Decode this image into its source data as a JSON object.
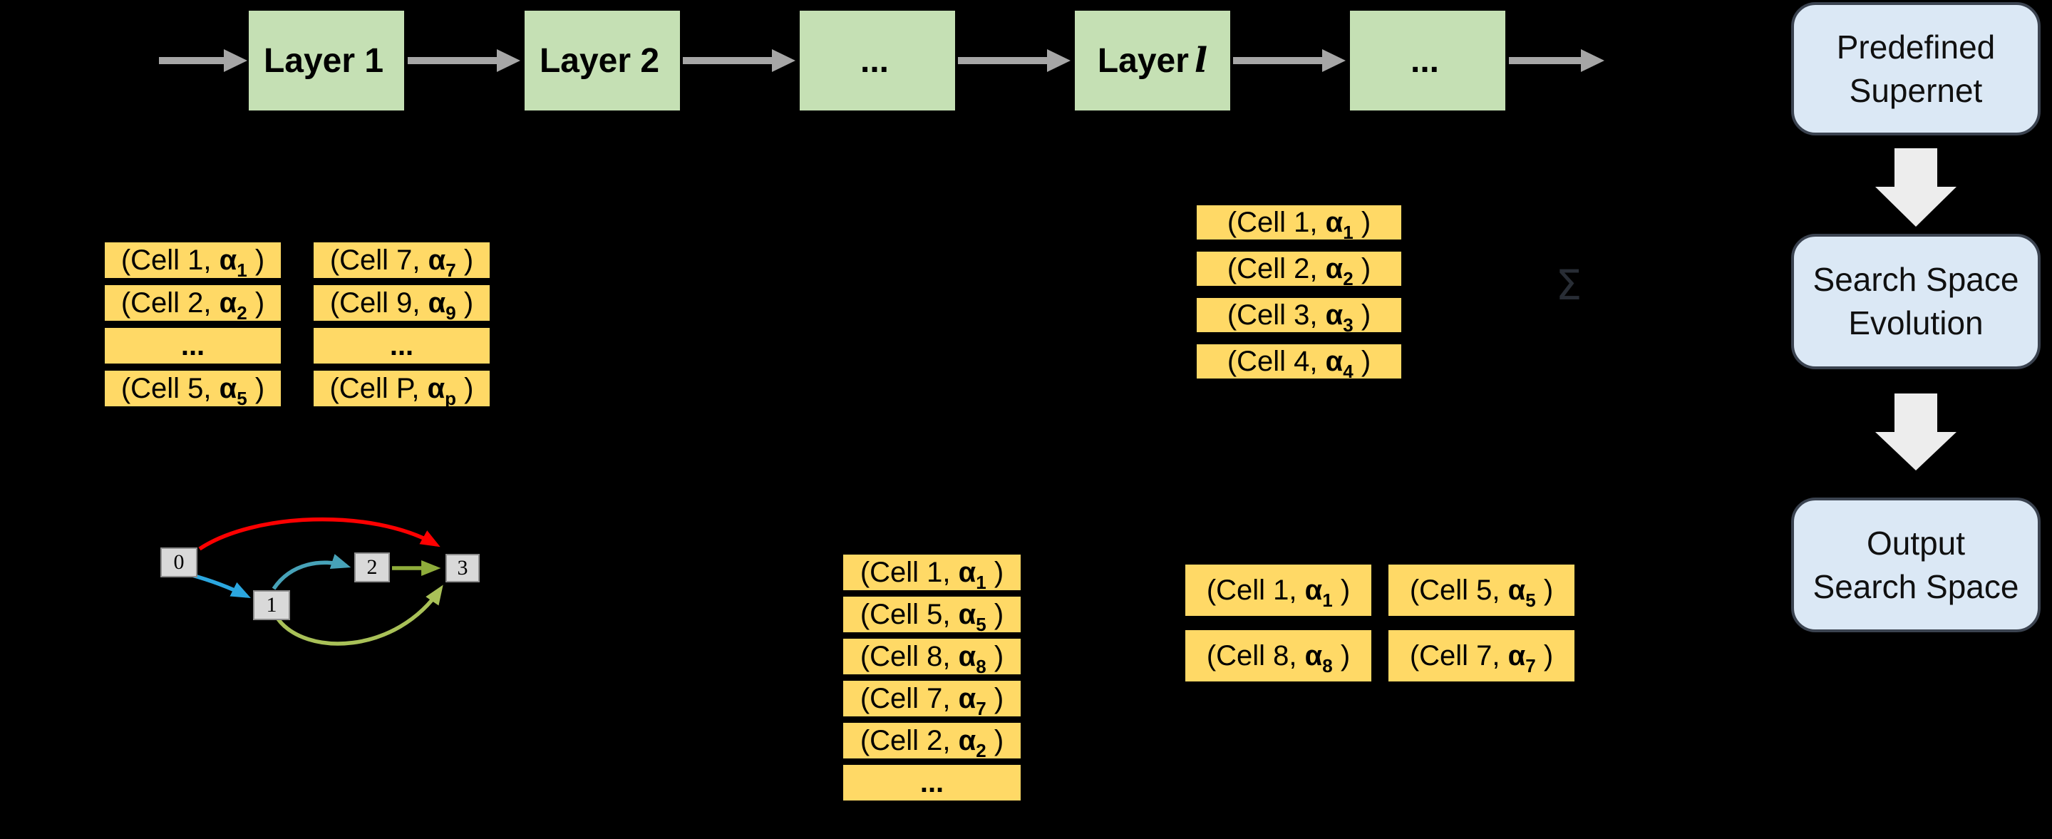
{
  "colors": {
    "background": "#000000",
    "layer-box": "#c5e0b4",
    "cell-box": "#ffd966",
    "flow-arrow": "#a6a6a6",
    "pipeline-fill": "#dbe8f5",
    "pipeline-border": "#3b4350",
    "block-arrow": "#ededed",
    "node-fill": "#d9d9d9",
    "node-border": "#8c8c8c",
    "sigma-color": "#282d35"
  },
  "labels": {
    "alpha": "α",
    "ellipsis": "..."
  },
  "sigma": "Σ",
  "layers": [
    {
      "prefix": "Layer 1",
      "math": ""
    },
    {
      "prefix": "Layer 2",
      "math": ""
    },
    {
      "prefix": "...",
      "math": ""
    },
    {
      "prefix": "Layer",
      "math": "l"
    },
    {
      "prefix": "...",
      "math": ""
    }
  ],
  "pools": {
    "left_a": {
      "rows": [
        {
          "cell": "Cell 1",
          "sub": "1"
        },
        {
          "cell": "Cell 2",
          "sub": "2"
        },
        {
          "ellipsis": true
        },
        {
          "cell": "Cell 5",
          "sub": "5"
        }
      ]
    },
    "left_b": {
      "rows": [
        {
          "cell": "Cell 7",
          "sub": "7"
        },
        {
          "cell": "Cell 9",
          "sub": "9"
        },
        {
          "ellipsis": true
        },
        {
          "cell": "Cell P",
          "sub": "p"
        }
      ]
    },
    "layer_l": {
      "rows": [
        {
          "cell": "Cell 1",
          "sub": "1"
        },
        {
          "cell": "Cell 2",
          "sub": "2"
        },
        {
          "cell": "Cell 3",
          "sub": "3"
        },
        {
          "cell": "Cell 4",
          "sub": "4"
        }
      ]
    },
    "evolved": {
      "rows": [
        {
          "cell": "Cell 1",
          "sub": "1"
        },
        {
          "cell": "Cell 5",
          "sub": "5"
        },
        {
          "cell": "Cell 8",
          "sub": "8"
        },
        {
          "cell": "Cell 7",
          "sub": "7"
        },
        {
          "cell": "Cell 2",
          "sub": "2"
        },
        {
          "ellipsis": true
        }
      ]
    },
    "grid_col1": {
      "rows": [
        {
          "cell": "Cell 1",
          "sub": "1"
        },
        {
          "cell": "Cell 8",
          "sub": "8"
        }
      ]
    },
    "grid_col2": {
      "rows": [
        {
          "cell": "Cell 5",
          "sub": "5"
        },
        {
          "cell": "Cell 7",
          "sub": "7"
        }
      ]
    }
  },
  "pipeline": [
    {
      "lines": [
        "Predefined",
        "Supernet"
      ]
    },
    {
      "lines": [
        "Search Space",
        "Evolution"
      ]
    },
    {
      "lines": [
        "Output",
        "Search Space"
      ]
    }
  ],
  "dag": {
    "nodes": [
      {
        "label": "0"
      },
      {
        "label": "1"
      },
      {
        "label": "2"
      },
      {
        "label": "3"
      }
    ],
    "edges": [
      {
        "id": "e0",
        "from": "0",
        "to": "3",
        "color": "#fe0000"
      },
      {
        "id": "e1",
        "from": "0",
        "to": "1",
        "color": "#2ba7e0"
      },
      {
        "id": "e2",
        "from": "1",
        "to": "2",
        "color": "#47a2b8"
      },
      {
        "id": "e3",
        "from": "2",
        "to": "3",
        "color": "#8fad3b"
      },
      {
        "id": "e4",
        "from": "1",
        "to": "3",
        "color": "#a9c158"
      }
    ]
  }
}
